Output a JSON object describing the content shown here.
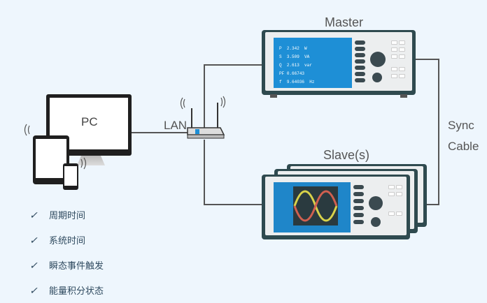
{
  "labels": {
    "master": "Master",
    "slaves": "Slave(s)",
    "pc": "PC",
    "lan": "LAN",
    "sync_line1": "Sync",
    "sync_line2": "Cable"
  },
  "master_display": {
    "rows": [
      {
        "symbol": "P",
        "value": "2.342",
        "unit": "W"
      },
      {
        "symbol": "S",
        "value": "3.509",
        "unit": "VA"
      },
      {
        "symbol": "Q",
        "value": "2.613",
        "unit": "var"
      },
      {
        "symbol": "PF",
        "value": "0.66743",
        "unit": ""
      },
      {
        "symbol": "f",
        "value": "9.64036",
        "unit": "Hz"
      }
    ]
  },
  "features": [
    {
      "check": "✓",
      "text": "周期时间"
    },
    {
      "check": "✓",
      "text": "系统时间"
    },
    {
      "check": "✓",
      "text": "瞬态事件触发"
    },
    {
      "check": "✓",
      "text": "能量积分状态"
    }
  ],
  "colors": {
    "background": "#eef6fd",
    "line": "#555555",
    "screen": "#1e8fd6",
    "frame": "#2f4a4f"
  }
}
